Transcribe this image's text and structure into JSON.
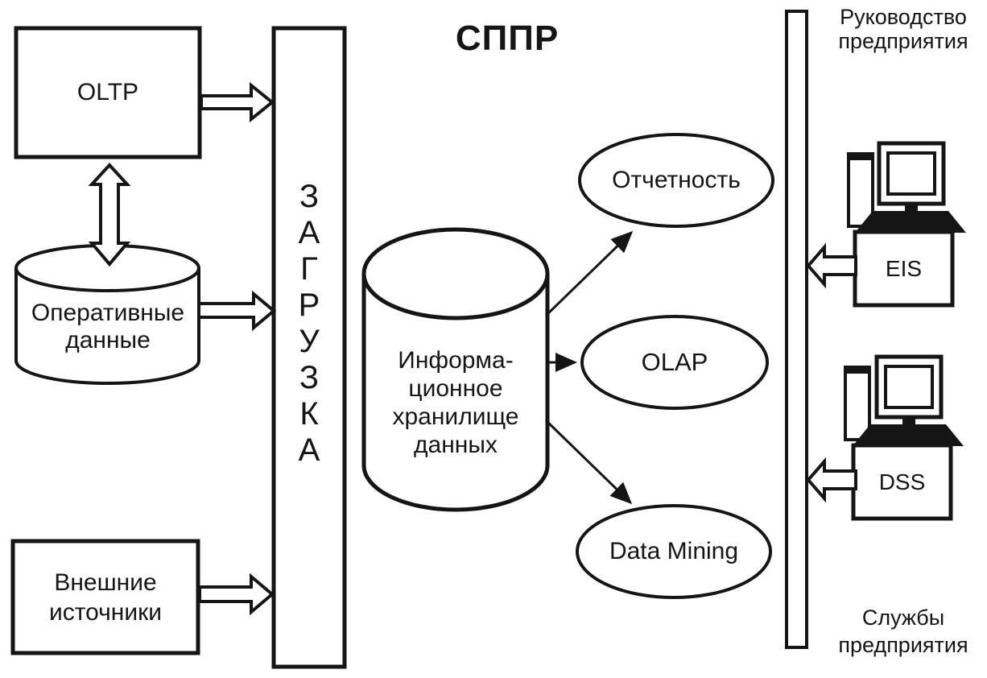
{
  "title": "СППР",
  "colors": {
    "ink": "#151515",
    "background": "#ffffff"
  },
  "sources": {
    "oltp": "OLTP",
    "operational_data": [
      "Оперативные",
      "данные"
    ],
    "external_sources": [
      "Внешние",
      "источники"
    ]
  },
  "load": {
    "word": "ЗАГРУЗКА",
    "letters": [
      "З",
      "А",
      "Г",
      "Р",
      "У",
      "З",
      "К",
      "А"
    ]
  },
  "warehouse": {
    "lines": [
      "Информа-",
      "ционное",
      "хранилище",
      "данных"
    ]
  },
  "analysis": {
    "reporting": "Отчетность",
    "olap": "OLAP",
    "data_mining": "Data Mining"
  },
  "consumers": {
    "management": [
      "Руководство",
      "предприятия"
    ],
    "services": [
      "Службы",
      "предприятия"
    ],
    "eis": "EIS",
    "dss": "DSS"
  }
}
